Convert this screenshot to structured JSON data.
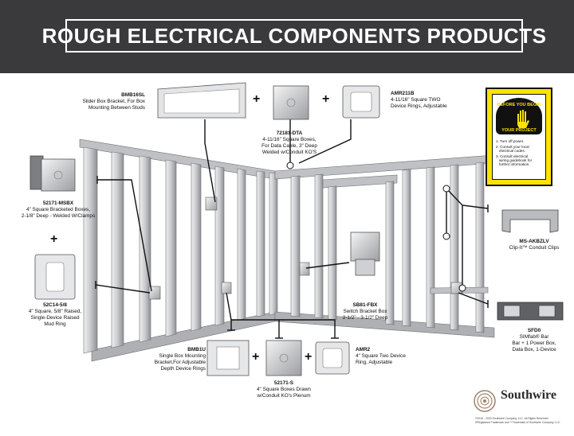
{
  "title": "ROUGH ELECTRICAL COMPONENTS PRODUCTS",
  "plus": "+",
  "products": {
    "bmb16sl": {
      "code": "BMB16SL",
      "line1": "Slider Box Bracket, For Box",
      "line2": "Mounting Between Studs"
    },
    "p72181": {
      "code": "72181-DTA",
      "line1": "4-11/16\" Square Boxes,",
      "line2": "For Data Cable, 3\" Deep",
      "line3": "Welded w/Conduit KO'S"
    },
    "amr211b": {
      "code": "AMR211B",
      "line1": "4-11/16\" Square TWO",
      "line2": "Device Rings, Adjustable"
    },
    "s52171msbx": {
      "code": "52171-MSBX",
      "line1": "4\" Square Bracketed Boxes,",
      "line2": "2-1/8\" Deep - Welded W/Clamps"
    },
    "s52c14": {
      "code": "52C14-5/8",
      "line1": "4\" Square, 5/8\" Raised,",
      "line2": "Single-Device Raised",
      "line3": "Mud Ring"
    },
    "sbfbx": {
      "code": "SB81-FBX",
      "line1": "Switch Bracket Box",
      "line2": "2-1/2\" - 3-1/2\" Deep"
    },
    "msakbzlv": {
      "code": "MS-AKBZLV",
      "line1": "Clip-It™ Conduit Clips"
    },
    "sfd0": {
      "code": "SFD0",
      "line1": "SIMfab® Bar",
      "line2": "Bar + 1 Power Box,",
      "line3": "Data Box, 1-Device"
    },
    "bmb1u": {
      "code": "BMB1U",
      "line1": "Single Box Mounting",
      "line2": "Bracket,For Adjustable",
      "line3": "Depth Device Rings"
    },
    "s52171s": {
      "code": "52171-S",
      "line1": "4\" Square Boxes Drawn",
      "line2": "w/Conduit KO's Plenum"
    },
    "amr2": {
      "code": "AMR2",
      "line1": "4\" Square Two Device",
      "line2": "Ring, Adjustable"
    }
  },
  "warning": {
    "arc_top": "BEFORE YOU BEGIN",
    "arc_bottom": "YOUR PROJECT",
    "item1": "1. Turn off power.",
    "item2a": "2. Consult your local",
    "item2b": "electrical codes.",
    "item3a": "3. Consult electrical",
    "item3b": "wiring guidebook for",
    "item3c": "further information."
  },
  "brand": "Southwire",
  "copyright1": "©2016 - 2020 Southwire Company, LLC. All Rights Reserved.",
  "copyright2": "®Registered Trademark and ™Trademark of Southwire Company, LLC.",
  "colors": {
    "header": "#3a3a3c",
    "warning_yellow": "#ffe300",
    "stud_light": "#d9dadc",
    "stud_dark": "#8e9094"
  }
}
